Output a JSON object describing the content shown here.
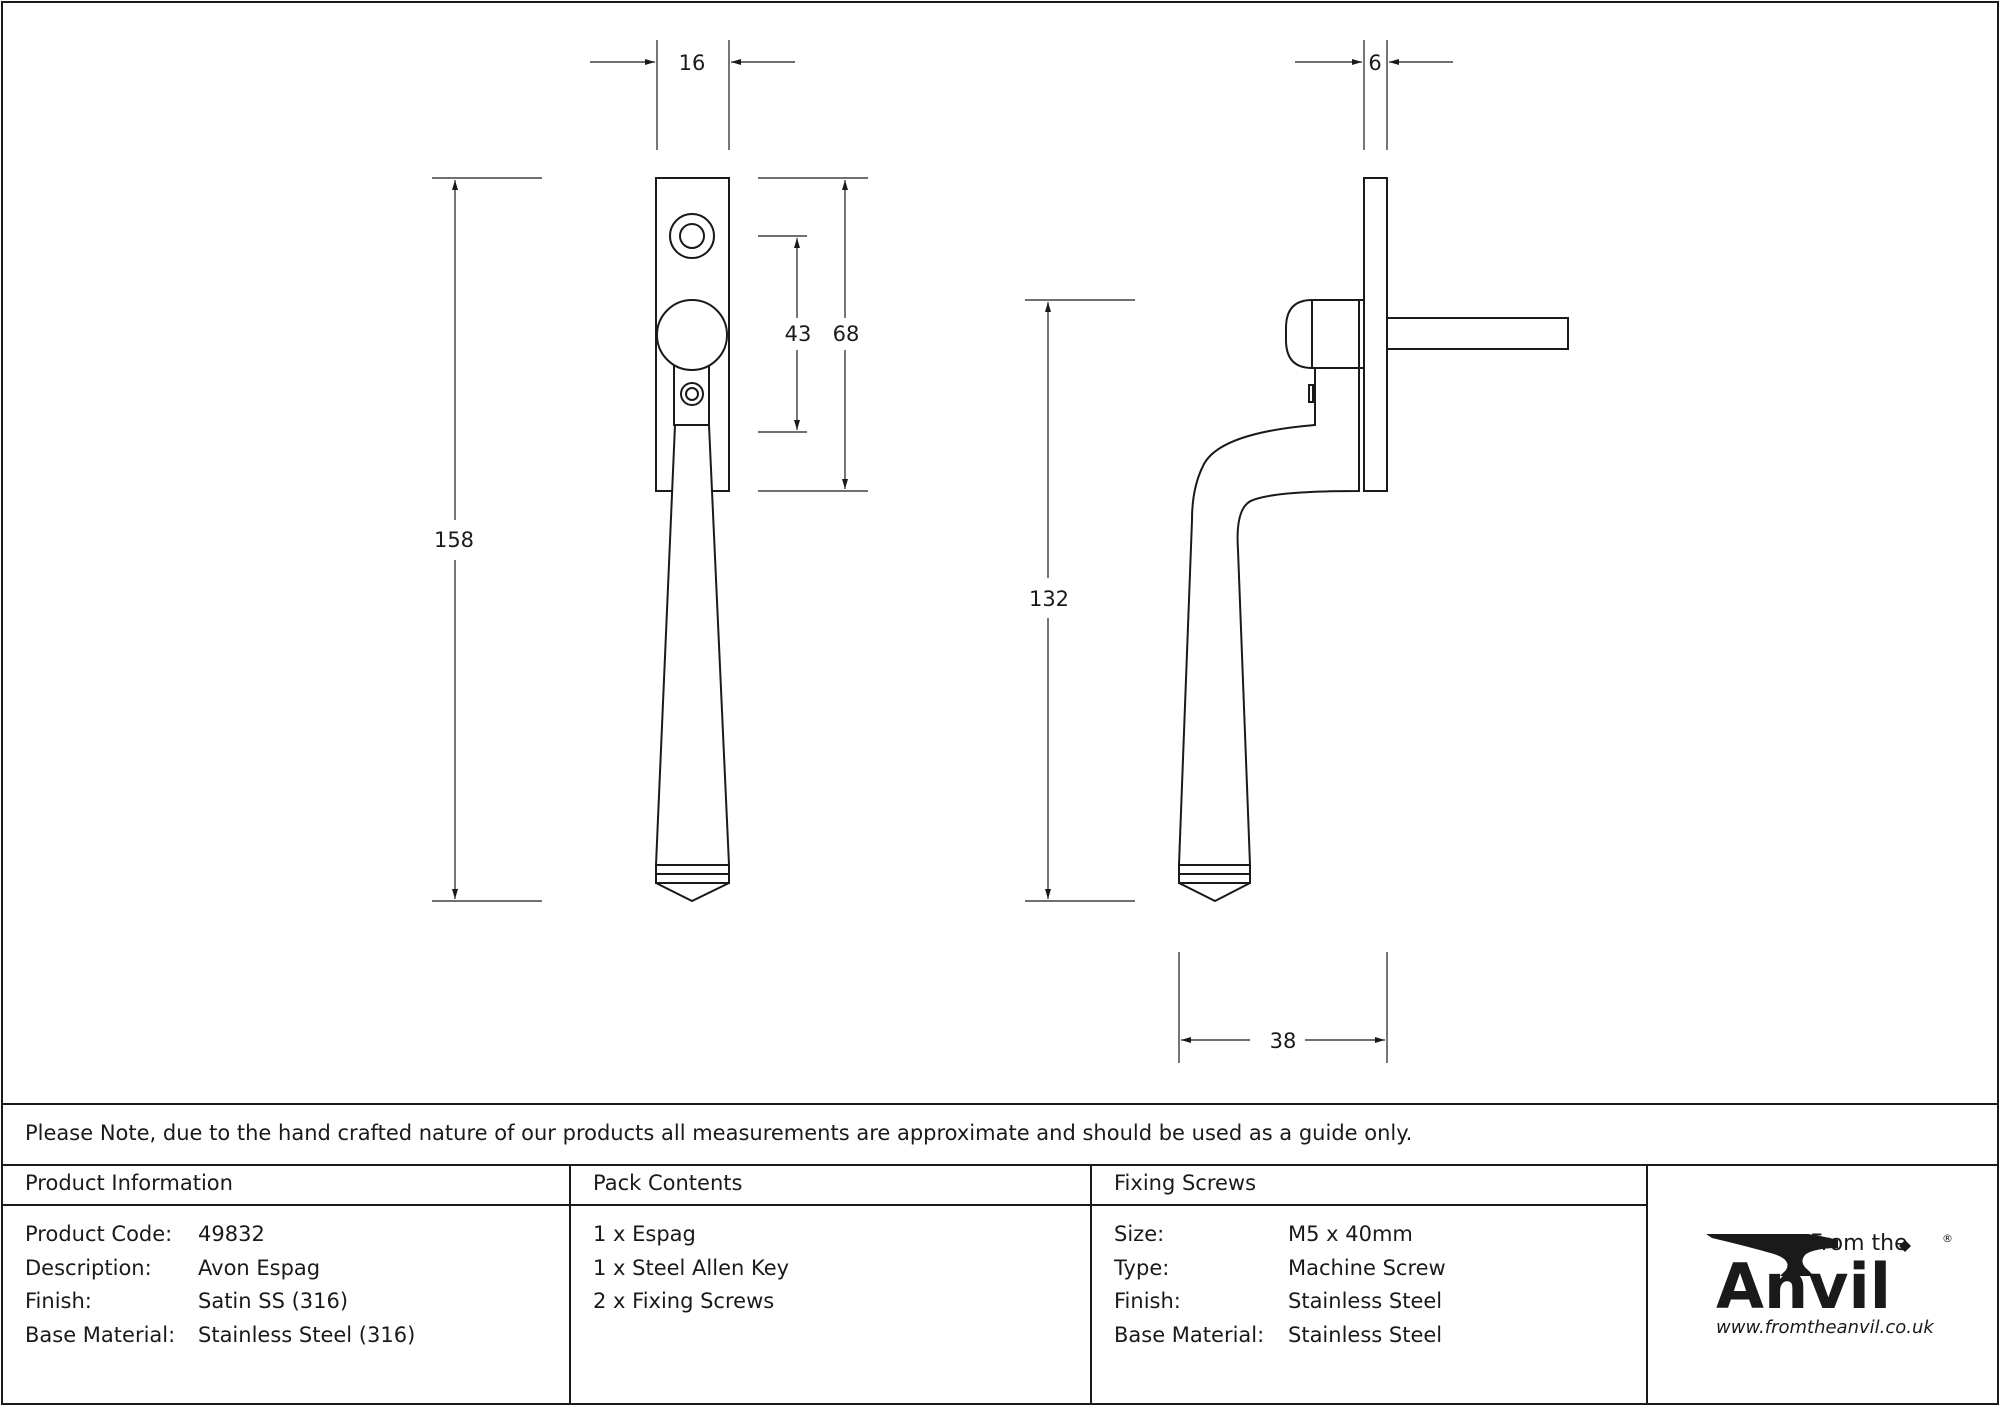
{
  "dimensions": {
    "front_width": "16",
    "side_thickness": "6",
    "spindle_offset": "43",
    "backplate_height": "68",
    "overall_height": "158",
    "handle_length": "132",
    "projection": "38"
  },
  "note": "Please Note, due to the hand crafted nature of our products all measurements are approximate and should be used as a guide only.",
  "product_info": {
    "header": "Product Information",
    "rows": [
      {
        "label": "Product Code:",
        "value": "49832"
      },
      {
        "label": "Description:",
        "value": "Avon Espag"
      },
      {
        "label": "Finish:",
        "value": "Satin SS (316)"
      },
      {
        "label": "Base Material:",
        "value": "Stainless Steel (316)"
      }
    ]
  },
  "pack_contents": {
    "header": "Pack Contents",
    "items": [
      "1 x Espag",
      "1 x Steel Allen Key",
      "2 x Fixing Screws"
    ]
  },
  "fixing_screws": {
    "header": "Fixing Screws",
    "rows": [
      {
        "label": "Size:",
        "value": "M5 x 40mm"
      },
      {
        "label": "Type:",
        "value": "Machine Screw"
      },
      {
        "label": "Finish:",
        "value": "Stainless Steel"
      },
      {
        "label": "Base Material:",
        "value": "Stainless Steel"
      }
    ]
  },
  "logo": {
    "from_the": "From the",
    "brand": "Anvil",
    "registered": "®",
    "website": "www.fromtheanvil.co.uk"
  }
}
